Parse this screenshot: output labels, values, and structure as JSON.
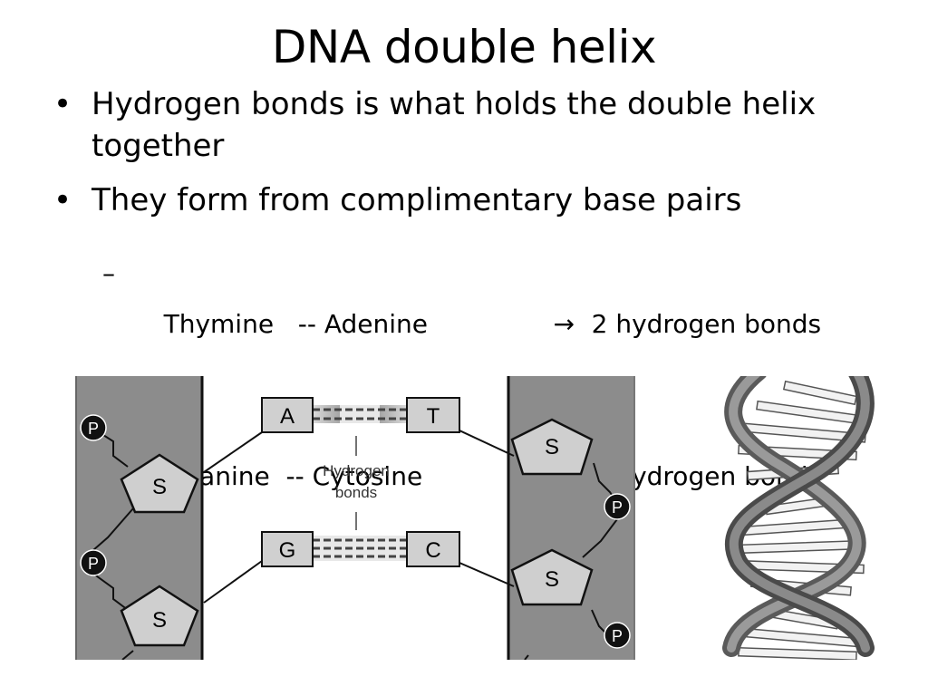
{
  "slide": {
    "title": "DNA double helix",
    "bullets": [
      {
        "text": "Hydrogen bonds is what holds the double helix together"
      },
      {
        "text": "They form from complimentary base pairs"
      }
    ],
    "bullet_marker": "•",
    "sub_marker": "–",
    "sub_bullets": [
      {
        "pair": "Thymine   -- Adenine",
        "arrow": "→",
        "result": "2 hydrogen bonds"
      },
      {
        "pair": "Guanine  -- Cytosine",
        "arrow": "→",
        "result": "3 hydrogen bonds"
      }
    ]
  },
  "diagram": {
    "bases": {
      "a": "A",
      "t": "T",
      "g": "G",
      "c": "C"
    },
    "sugar_label": "S",
    "phosphate_label": "P",
    "hbond_label_line1": "Hydrogen",
    "hbond_label_line2": "bonds"
  },
  "colors": {
    "backbone": "#8c8c8c",
    "base_box": "#d0d0d0",
    "sugar": "#cfcfcf",
    "phosphate": "#111111"
  }
}
